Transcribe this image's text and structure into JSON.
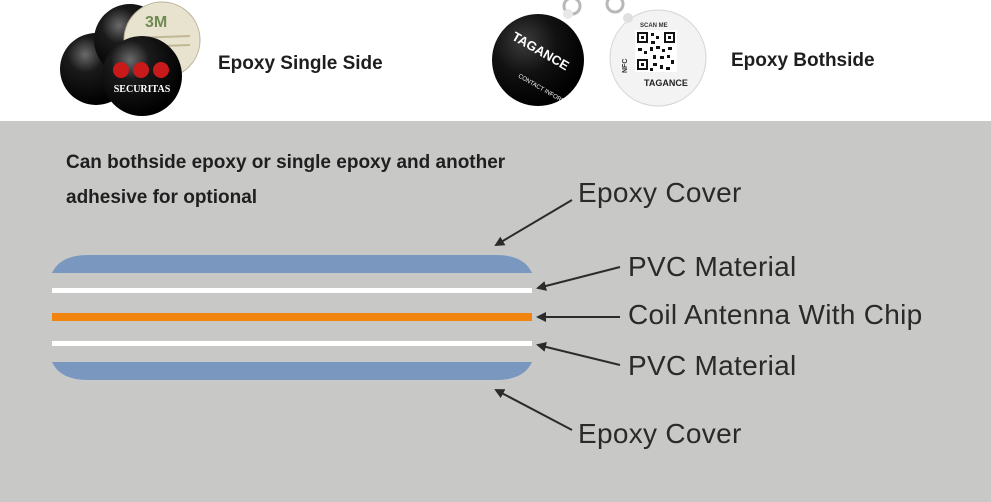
{
  "products": {
    "single_side_label": "Epoxy Single Side",
    "bothside_label": "Epoxy Bothside",
    "single_side_items": {
      "brand_sticker_text": "3M",
      "badge_text": "SECURITAS"
    },
    "bothside_items": {
      "tag_brand": "TAGANCE",
      "tag_subtext": "CONTACT INFORMATION",
      "qr_caption": "SCAN ME",
      "nfc_text": "NFC"
    }
  },
  "description": {
    "line1": "Can bothside epoxy or single epoxy and another",
    "line2": "adhesive for optional"
  },
  "layers": [
    {
      "name": "Epoxy Cover",
      "color": "#7a98bf"
    },
    {
      "name": "PVC Material",
      "color": "#ffffff"
    },
    {
      "name": "Coil Antenna With Chip",
      "color": "#f0840f"
    },
    {
      "name": "PVC Material",
      "color": "#ffffff"
    },
    {
      "name": "Epoxy Cover",
      "color": "#7a98bf"
    }
  ],
  "colors": {
    "panel_background": "#c8c9c7",
    "arrow": "#2b2b2b"
  }
}
